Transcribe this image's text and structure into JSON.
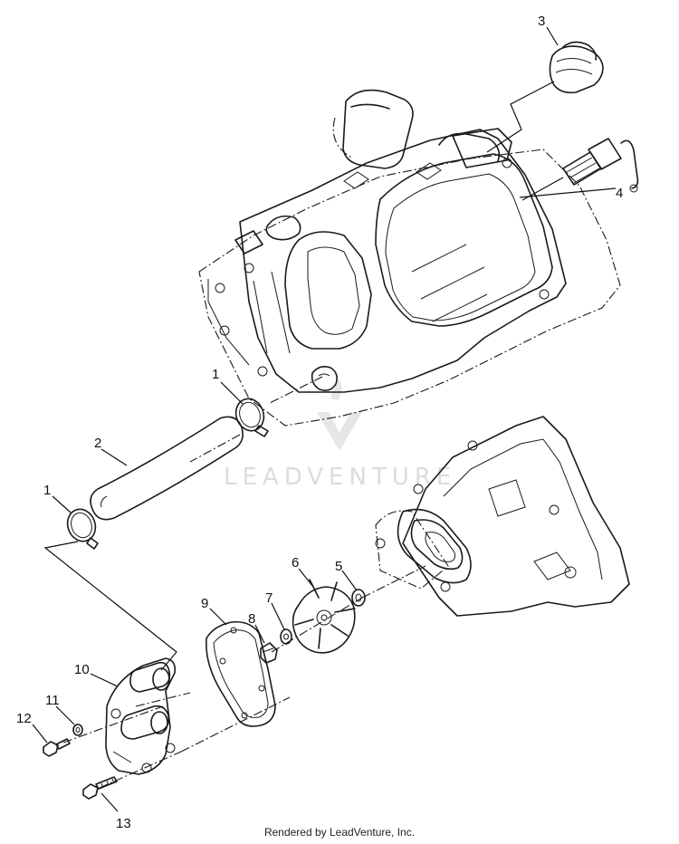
{
  "callouts": {
    "c1a": "1",
    "c1b": "1",
    "c2": "2",
    "c3": "3",
    "c4": "4",
    "c5": "5",
    "c6": "6",
    "c7": "7",
    "c8": "8",
    "c9": "9",
    "c10": "10",
    "c11": "11",
    "c12": "12",
    "c13": "13"
  },
  "watermark": "LEADVENTURE",
  "footer": "Rendered by LeadVenture, Inc."
}
